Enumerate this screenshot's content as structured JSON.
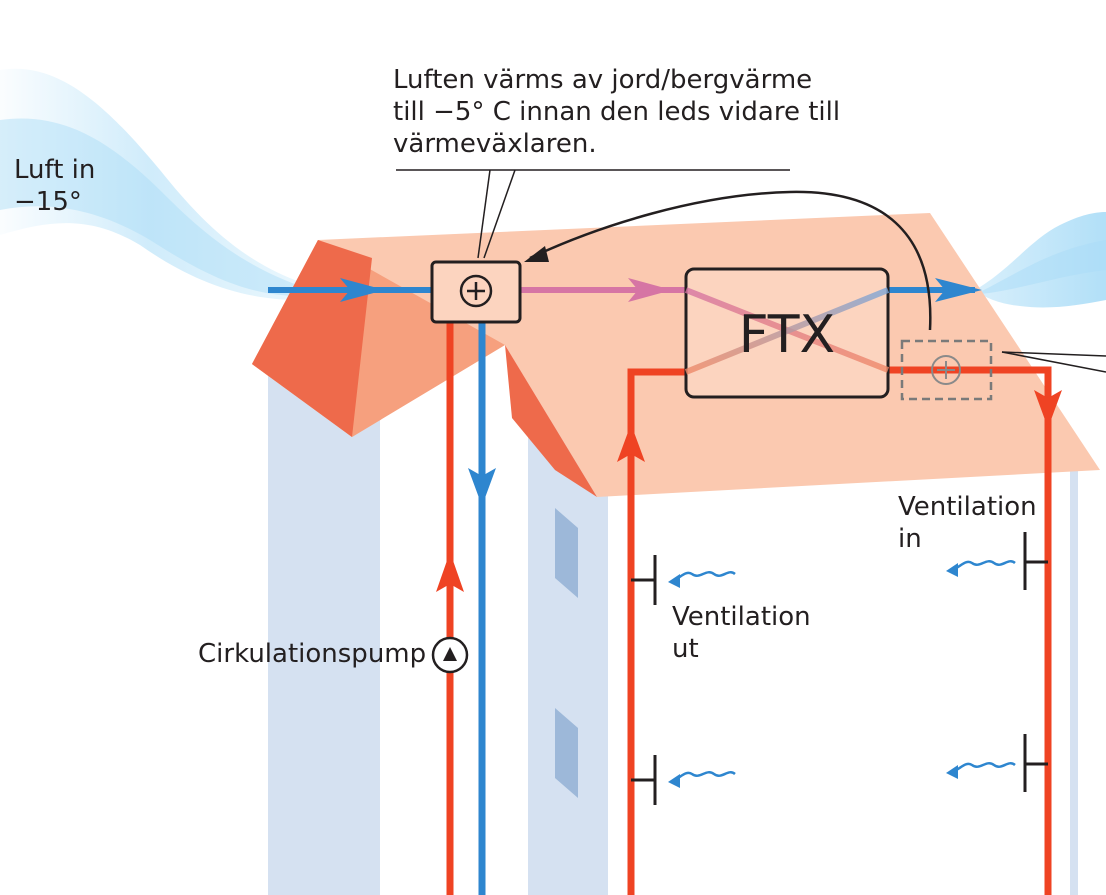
{
  "labels": {
    "air_in": "Luft in\n−15°",
    "callout": "Luften värms av jord/bergvärme\ntill −5° C innan den leds vidare till\nvärmeväxlaren.",
    "ftx": "FTX",
    "ventilation_in": "Ventilation\nin",
    "ventilation_out": "Ventilation\nut",
    "pump": "Cirkulationspump"
  },
  "colors": {
    "warm_pipe": "#ef4323",
    "cold_pipe": "#2e86cf",
    "preheated_air": "#d675a4",
    "roof_light": "#fbc9b0",
    "roof_mid": "#f6a07e",
    "roof_dark": "#ee6a4b",
    "wall": "#d5e1f1",
    "window": "#9db8d9",
    "wind": "#a9dcf7",
    "box_fill": "#fcd4bf",
    "outline": "#231f20"
  },
  "icons": [
    "heat-exchanger-plus-icon",
    "heater-plus-icon",
    "pump-icon",
    "airflow-wave-icon"
  ]
}
